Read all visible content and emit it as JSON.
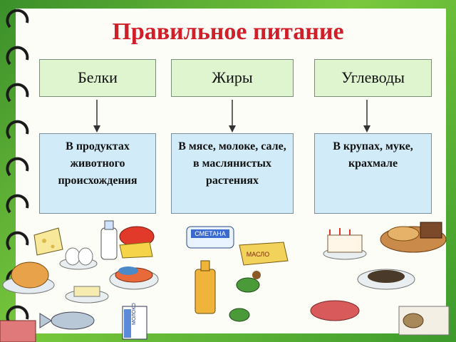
{
  "title": "Правильное питание",
  "categories": [
    {
      "name": "Белки",
      "description": "В продуктах животного происхождения"
    },
    {
      "name": "Жиры",
      "description": "В мясе, молоке, сале, в маслянистых растениях"
    },
    {
      "name": "Углеводы",
      "description": "В крупах, муке, крахмале"
    }
  ],
  "food_labels": {
    "smetana": "СМЕТАНА",
    "maslo": "МАСЛО",
    "moloko": "МОЛОКО"
  },
  "colors": {
    "title": "#d11f2a",
    "top_box": "#dff5d0",
    "bottom_box": "#d2ebf8",
    "frame": "#4fae33"
  }
}
